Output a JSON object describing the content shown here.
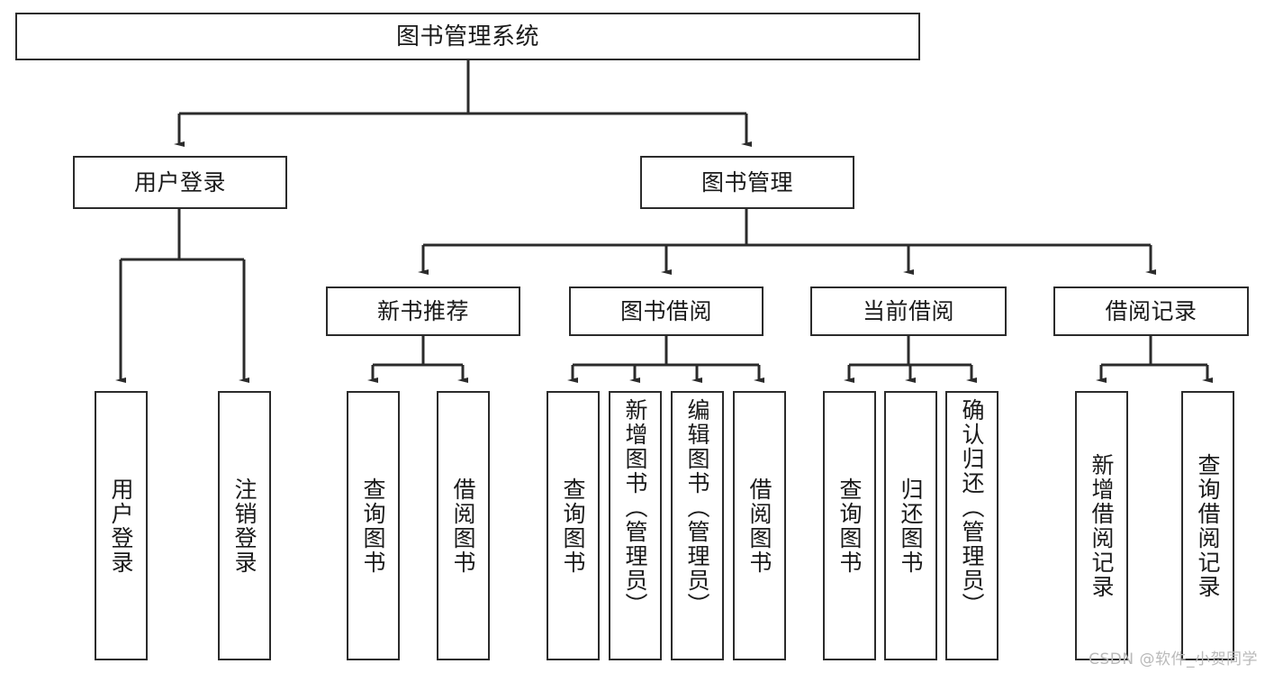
{
  "diagram": {
    "type": "tree",
    "title": "图书管理系统",
    "watermark": "CSDN @软件_小贺同学",
    "colors": {
      "stroke": "#2b2b2b",
      "fill": "#ffffff",
      "text": "#1a1a1a",
      "watermark": "#b9b9b9"
    },
    "nodes": {
      "root": {
        "label": "图书管理系统"
      },
      "level2": [
        {
          "id": "user-login",
          "label": "用户登录"
        },
        {
          "id": "book-management",
          "label": "图书管理"
        }
      ],
      "level3": [
        {
          "id": "new-book-recommend",
          "label": "新书推荐"
        },
        {
          "id": "book-borrow",
          "label": "图书借阅"
        },
        {
          "id": "current-borrow",
          "label": "当前借阅"
        },
        {
          "id": "borrow-record",
          "label": "借阅记录"
        }
      ],
      "leaves": {
        "user-login": [
          {
            "id": "leaf-user-login",
            "label": "用户登录"
          },
          {
            "id": "leaf-logout-login",
            "label": "注销登录"
          }
        ],
        "new-book-recommend": [
          {
            "id": "leaf-query-book-1",
            "label": "查询图书"
          },
          {
            "id": "leaf-borrow-book-1",
            "label": "借阅图书"
          }
        ],
        "book-borrow": [
          {
            "id": "leaf-query-book-2",
            "label": "查询图书"
          },
          {
            "id": "leaf-add-book",
            "label": "新增图书（管理员）"
          },
          {
            "id": "leaf-edit-book",
            "label": "编辑图书（管理员）"
          },
          {
            "id": "leaf-borrow-book-2",
            "label": "借阅图书"
          }
        ],
        "current-borrow": [
          {
            "id": "leaf-query-book-3",
            "label": "查询图书"
          },
          {
            "id": "leaf-return-book",
            "label": "归还图书"
          },
          {
            "id": "leaf-confirm-return",
            "label": "确认归还（管理员）"
          }
        ],
        "borrow-record": [
          {
            "id": "leaf-add-record",
            "label": "新增借阅记录"
          },
          {
            "id": "leaf-query-record",
            "label": "查询借阅记录"
          }
        ]
      }
    }
  }
}
